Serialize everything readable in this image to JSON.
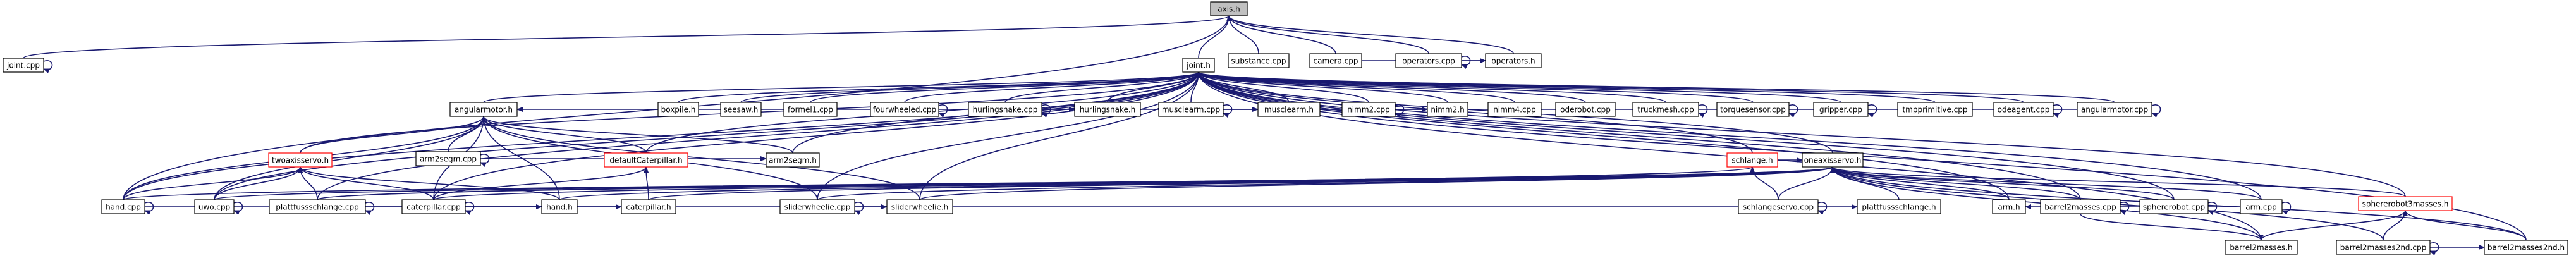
{
  "graph": {
    "colors": {
      "edge": "#191970",
      "node_border": "#000000",
      "highlight_border": "#ff0000",
      "root_fill": "#c0c0c0"
    },
    "nodes": [
      {
        "id": "axis_h",
        "label": "axis.h",
        "root": true
      },
      {
        "id": "joint_cpp",
        "label": "joint.cpp"
      },
      {
        "id": "joint_h",
        "label": "joint.h"
      },
      {
        "id": "substance_cpp",
        "label": "substance.cpp"
      },
      {
        "id": "camera_cpp",
        "label": "camera.cpp"
      },
      {
        "id": "operators_cpp",
        "label": "operators.cpp"
      },
      {
        "id": "operators_h",
        "label": "operators.h"
      },
      {
        "id": "angularmotor_h",
        "label": "angularmotor.h"
      },
      {
        "id": "boxpile_h",
        "label": "boxpile.h"
      },
      {
        "id": "seesaw_h",
        "label": "seesaw.h"
      },
      {
        "id": "formel1_cpp",
        "label": "formel1.cpp"
      },
      {
        "id": "fourwheeled_cpp",
        "label": "fourwheeled.cpp"
      },
      {
        "id": "hurlingsnake_cpp",
        "label": "hurlingsnake.cpp"
      },
      {
        "id": "hurlingsnake_h",
        "label": "hurlingsnake.h"
      },
      {
        "id": "musclearm_cpp",
        "label": "musclearm.cpp"
      },
      {
        "id": "musclearm_h",
        "label": "musclearm.h"
      },
      {
        "id": "nimm2_cpp",
        "label": "nimm2.cpp"
      },
      {
        "id": "nimm2_h",
        "label": "nimm2.h"
      },
      {
        "id": "nimm4_cpp",
        "label": "nimm4.cpp"
      },
      {
        "id": "oderobot_cpp",
        "label": "oderobot.cpp"
      },
      {
        "id": "truckmesh_cpp",
        "label": "truckmesh.cpp"
      },
      {
        "id": "torquesensor_cpp",
        "label": "torquesensor.cpp"
      },
      {
        "id": "gripper_cpp",
        "label": "gripper.cpp"
      },
      {
        "id": "tmpprimitive_cpp",
        "label": "tmpprimitive.cpp"
      },
      {
        "id": "odeagent_cpp",
        "label": "odeagent.cpp"
      },
      {
        "id": "angularmotor_cpp",
        "label": "angularmotor.cpp"
      },
      {
        "id": "twoaxisservo_h",
        "label": "twoaxisservo.h",
        "red": true
      },
      {
        "id": "arm2segm_cpp",
        "label": "arm2segm.cpp"
      },
      {
        "id": "defaultCaterpillar_h",
        "label": "defaultCaterpillar.h",
        "red": true
      },
      {
        "id": "arm2segm_h",
        "label": "arm2segm.h"
      },
      {
        "id": "schlange_h",
        "label": "schlange.h",
        "red": true
      },
      {
        "id": "oneaxisservo_h",
        "label": "oneaxisservo.h"
      },
      {
        "id": "hand_cpp",
        "label": "hand.cpp"
      },
      {
        "id": "uwo_cpp",
        "label": "uwo.cpp"
      },
      {
        "id": "plattfussschlange_cpp",
        "label": "plattfussschlange.cpp"
      },
      {
        "id": "caterpillar_cpp",
        "label": "caterpillar.cpp"
      },
      {
        "id": "hand_h",
        "label": "hand.h"
      },
      {
        "id": "caterpillar_h",
        "label": "caterpillar.h"
      },
      {
        "id": "sliderwheelie_cpp",
        "label": "sliderwheelie.cpp"
      },
      {
        "id": "sliderwheelie_h",
        "label": "sliderwheelie.h"
      },
      {
        "id": "schlangeservo_cpp",
        "label": "schlangeservo.cpp"
      },
      {
        "id": "plattfussschlange_h",
        "label": "plattfussschlange.h"
      },
      {
        "id": "arm_h",
        "label": "arm.h"
      },
      {
        "id": "barrel2masses_cpp",
        "label": "barrel2masses.cpp"
      },
      {
        "id": "sphererobot_cpp",
        "label": "sphererobot.cpp"
      },
      {
        "id": "arm_cpp",
        "label": "arm.cpp"
      },
      {
        "id": "sphererobot3masses_h",
        "label": "sphererobot3masses.h",
        "red": true
      },
      {
        "id": "barrel2masses_h",
        "label": "barrel2masses.h"
      },
      {
        "id": "barrel2masses2nd_cpp",
        "label": "barrel2masses2nd.cpp"
      },
      {
        "id": "barrel2masses2nd_h",
        "label": "barrel2masses2nd.h"
      }
    ],
    "edges": [
      [
        "joint_cpp",
        "axis_h"
      ],
      [
        "joint_h",
        "axis_h"
      ],
      [
        "substance_cpp",
        "axis_h"
      ],
      [
        "camera_cpp",
        "axis_h"
      ],
      [
        "operators_cpp",
        "axis_h"
      ],
      [
        "operators_h",
        "axis_h"
      ],
      [
        "hand_cpp",
        "axis_h"
      ],
      [
        "operators_cpp",
        "operators_h"
      ],
      [
        "camera_cpp",
        "operators_h"
      ],
      [
        "angularmotor_h",
        "joint_h"
      ],
      [
        "boxpile_h",
        "joint_h"
      ],
      [
        "seesaw_h",
        "joint_h"
      ],
      [
        "formel1_cpp",
        "joint_h"
      ],
      [
        "fourwheeled_cpp",
        "joint_h"
      ],
      [
        "hurlingsnake_cpp",
        "joint_h"
      ],
      [
        "hurlingsnake_h",
        "joint_h"
      ],
      [
        "musclearm_cpp",
        "joint_h"
      ],
      [
        "musclearm_h",
        "joint_h"
      ],
      [
        "nimm2_cpp",
        "joint_h"
      ],
      [
        "nimm2_h",
        "joint_h"
      ],
      [
        "nimm4_cpp",
        "joint_h"
      ],
      [
        "oderobot_cpp",
        "joint_h"
      ],
      [
        "truckmesh_cpp",
        "joint_h"
      ],
      [
        "torquesensor_cpp",
        "joint_h"
      ],
      [
        "gripper_cpp",
        "joint_h"
      ],
      [
        "tmpprimitive_cpp",
        "joint_h"
      ],
      [
        "odeagent_cpp",
        "joint_h"
      ],
      [
        "angularmotor_cpp",
        "joint_h"
      ],
      [
        "twoaxisservo_h",
        "joint_h"
      ],
      [
        "defaultCaterpillar_h",
        "joint_h"
      ],
      [
        "arm2segm_h",
        "joint_h"
      ],
      [
        "schlange_h",
        "joint_h"
      ],
      [
        "oneaxisservo_h",
        "joint_h"
      ],
      [
        "hand_cpp",
        "joint_h"
      ],
      [
        "uwo_cpp",
        "joint_h"
      ],
      [
        "plattfussschlange_cpp",
        "joint_h"
      ],
      [
        "caterpillar_cpp",
        "joint_h"
      ],
      [
        "sliderwheelie_cpp",
        "joint_h"
      ],
      [
        "sliderwheelie_h",
        "joint_h"
      ],
      [
        "arm_h",
        "joint_h"
      ],
      [
        "barrel2masses_cpp",
        "joint_h"
      ],
      [
        "sphererobot_cpp",
        "joint_h"
      ],
      [
        "arm_cpp",
        "joint_h"
      ],
      [
        "sphererobot3masses_h",
        "joint_h"
      ],
      [
        "barrel2masses_h",
        "joint_h"
      ],
      [
        "barrel2masses2nd_h",
        "joint_h"
      ],
      [
        "twoaxisservo_h",
        "angularmotor_h"
      ],
      [
        "arm2segm_cpp",
        "angularmotor_h"
      ],
      [
        "defaultCaterpillar_h",
        "angularmotor_h"
      ],
      [
        "arm2segm_h",
        "angularmotor_h"
      ],
      [
        "hand_cpp",
        "angularmotor_h"
      ],
      [
        "uwo_cpp",
        "angularmotor_h"
      ],
      [
        "caterpillar_cpp",
        "angularmotor_h"
      ],
      [
        "hand_h",
        "angularmotor_h"
      ],
      [
        "sliderwheelie_cpp",
        "angularmotor_h"
      ],
      [
        "sliderwheelie_h",
        "angularmotor_h"
      ],
      [
        "angularmotor_cpp",
        "angularmotor_h"
      ],
      [
        "hand_cpp",
        "twoaxisservo_h"
      ],
      [
        "uwo_cpp",
        "twoaxisservo_h"
      ],
      [
        "plattfussschlange_cpp",
        "twoaxisservo_h"
      ],
      [
        "caterpillar_cpp",
        "twoaxisservo_h"
      ],
      [
        "hand_h",
        "twoaxisservo_h"
      ],
      [
        "caterpillar_h",
        "defaultCaterpillar_h"
      ],
      [
        "caterpillar_cpp",
        "defaultCaterpillar_h"
      ],
      [
        "schlangeservo_cpp",
        "schlange_h"
      ],
      [
        "plattfussschlange_cpp",
        "schlange_h"
      ],
      [
        "schlange_h",
        "oneaxisservo_h"
      ],
      [
        "schlangeservo_cpp",
        "oneaxisservo_h"
      ],
      [
        "plattfussschlange_h",
        "oneaxisservo_h"
      ],
      [
        "arm_h",
        "oneaxisservo_h"
      ],
      [
        "barrel2masses_cpp",
        "oneaxisservo_h"
      ],
      [
        "sphererobot_cpp",
        "oneaxisservo_h"
      ],
      [
        "arm_cpp",
        "oneaxisservo_h"
      ],
      [
        "sphererobot3masses_h",
        "oneaxisservo_h"
      ],
      [
        "barrel2masses_h",
        "oneaxisservo_h"
      ],
      [
        "barrel2masses2nd_cpp",
        "oneaxisservo_h"
      ],
      [
        "barrel2masses2nd_h",
        "oneaxisservo_h"
      ],
      [
        "hand_h",
        "oneaxisservo_h"
      ],
      [
        "caterpillar_h",
        "oneaxisservo_h"
      ],
      [
        "sliderwheelie_h",
        "oneaxisservo_h"
      ],
      [
        "plattfussschlange_cpp",
        "oneaxisservo_h"
      ],
      [
        "caterpillar_cpp",
        "oneaxisservo_h"
      ],
      [
        "uwo_cpp",
        "oneaxisservo_h"
      ],
      [
        "hand_cpp",
        "oneaxisservo_h"
      ],
      [
        "sliderwheelie_cpp",
        "oneaxisservo_h"
      ],
      [
        "barrel2masses_h",
        "sphererobot3masses_h"
      ],
      [
        "barrel2masses2nd_cpp",
        "sphererobot3masses_h"
      ],
      [
        "barrel2masses2nd_h",
        "sphererobot3masses_h"
      ],
      [
        "hand_cpp",
        "hand_h"
      ],
      [
        "caterpillar_cpp",
        "caterpillar_h"
      ],
      [
        "sliderwheelie_cpp",
        "sliderwheelie_h"
      ],
      [
        "arm_cpp",
        "arm_h"
      ],
      [
        "barrel2masses_cpp",
        "barrel2masses_h"
      ],
      [
        "barrel2masses2nd_cpp",
        "barrel2masses2nd_h"
      ],
      [
        "musclearm_cpp",
        "musclearm_h"
      ],
      [
        "nimm2_cpp",
        "nimm2_h"
      ],
      [
        "hurlingsnake_cpp",
        "hurlingsnake_h"
      ],
      [
        "arm2segm_cpp",
        "arm2segm_h"
      ],
      [
        "plattfussschlange_cpp",
        "plattfussschlange_h"
      ]
    ],
    "self_loops": [
      "joint_cpp",
      "operators_cpp",
      "fourwheeled_cpp",
      "hurlingsnake_cpp",
      "musclearm_cpp",
      "nimm2_cpp",
      "truckmesh_cpp",
      "torquesensor_cpp",
      "gripper_cpp",
      "odeagent_cpp",
      "angularmotor_cpp",
      "arm2segm_cpp",
      "hand_cpp",
      "uwo_cpp",
      "plattfussschlange_cpp",
      "caterpillar_cpp",
      "sliderwheelie_cpp",
      "schlangeservo_cpp",
      "barrel2masses_cpp",
      "sphererobot_cpp",
      "arm_cpp",
      "barrel2masses2nd_cpp"
    ]
  }
}
